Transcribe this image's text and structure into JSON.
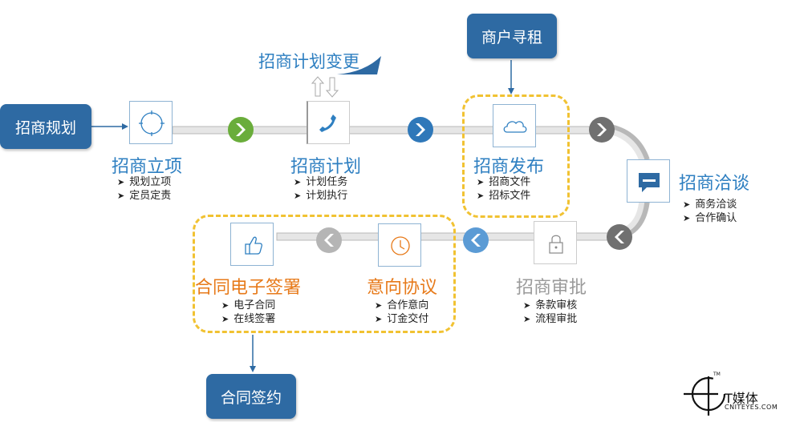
{
  "boxes": {
    "plan": "招商规划",
    "rent": "商户寻租",
    "sign": "合同签约"
  },
  "change_label": "招商计划变更",
  "stages": {
    "project": {
      "title": "招商立项",
      "items": [
        "规划立项",
        "定员定责"
      ]
    },
    "plan": {
      "title": "招商计划",
      "items": [
        "计划任务",
        "计划执行"
      ]
    },
    "publish": {
      "title": "招商发布",
      "items": [
        "招商文件",
        "招标文件"
      ]
    },
    "negotiate": {
      "title": "招商洽谈",
      "items": [
        "商务洽谈",
        "合作确认"
      ]
    },
    "approve": {
      "title": "招商审批",
      "items": [
        "条款审核",
        "流程审批"
      ]
    },
    "intent": {
      "title": "意向协议",
      "items": [
        "合作意向",
        "订金交付"
      ]
    },
    "contract": {
      "title": "合同电子签署",
      "items": [
        "电子合同",
        "在线签署"
      ]
    }
  },
  "logo": {
    "name": "T媒体",
    "domain": "CNITEYES.COM",
    "tm": "TM"
  },
  "colors": {
    "blue_box": "#2e6aa3",
    "stage_blue": "#2e7fc1",
    "stage_orange": "#e77a1a",
    "stage_gray": "#9a9a9a",
    "chevron_green": "#6aad3b",
    "chevron_blue": "#2f78b9",
    "chevron_dark_gray": "#707070",
    "chevron_light_gray": "#b5b5b5",
    "chevron_light_blue": "#5b9bd5",
    "dashed_outline": "#f1c232"
  },
  "icons": {
    "project": "circle-target-icon",
    "plan": "phone-icon",
    "publish": "cloud-icon",
    "negotiate": "chat-bubble-icon",
    "approve": "lock-icon",
    "intent": "clock-icon",
    "contract": "thumbs-up-icon"
  }
}
